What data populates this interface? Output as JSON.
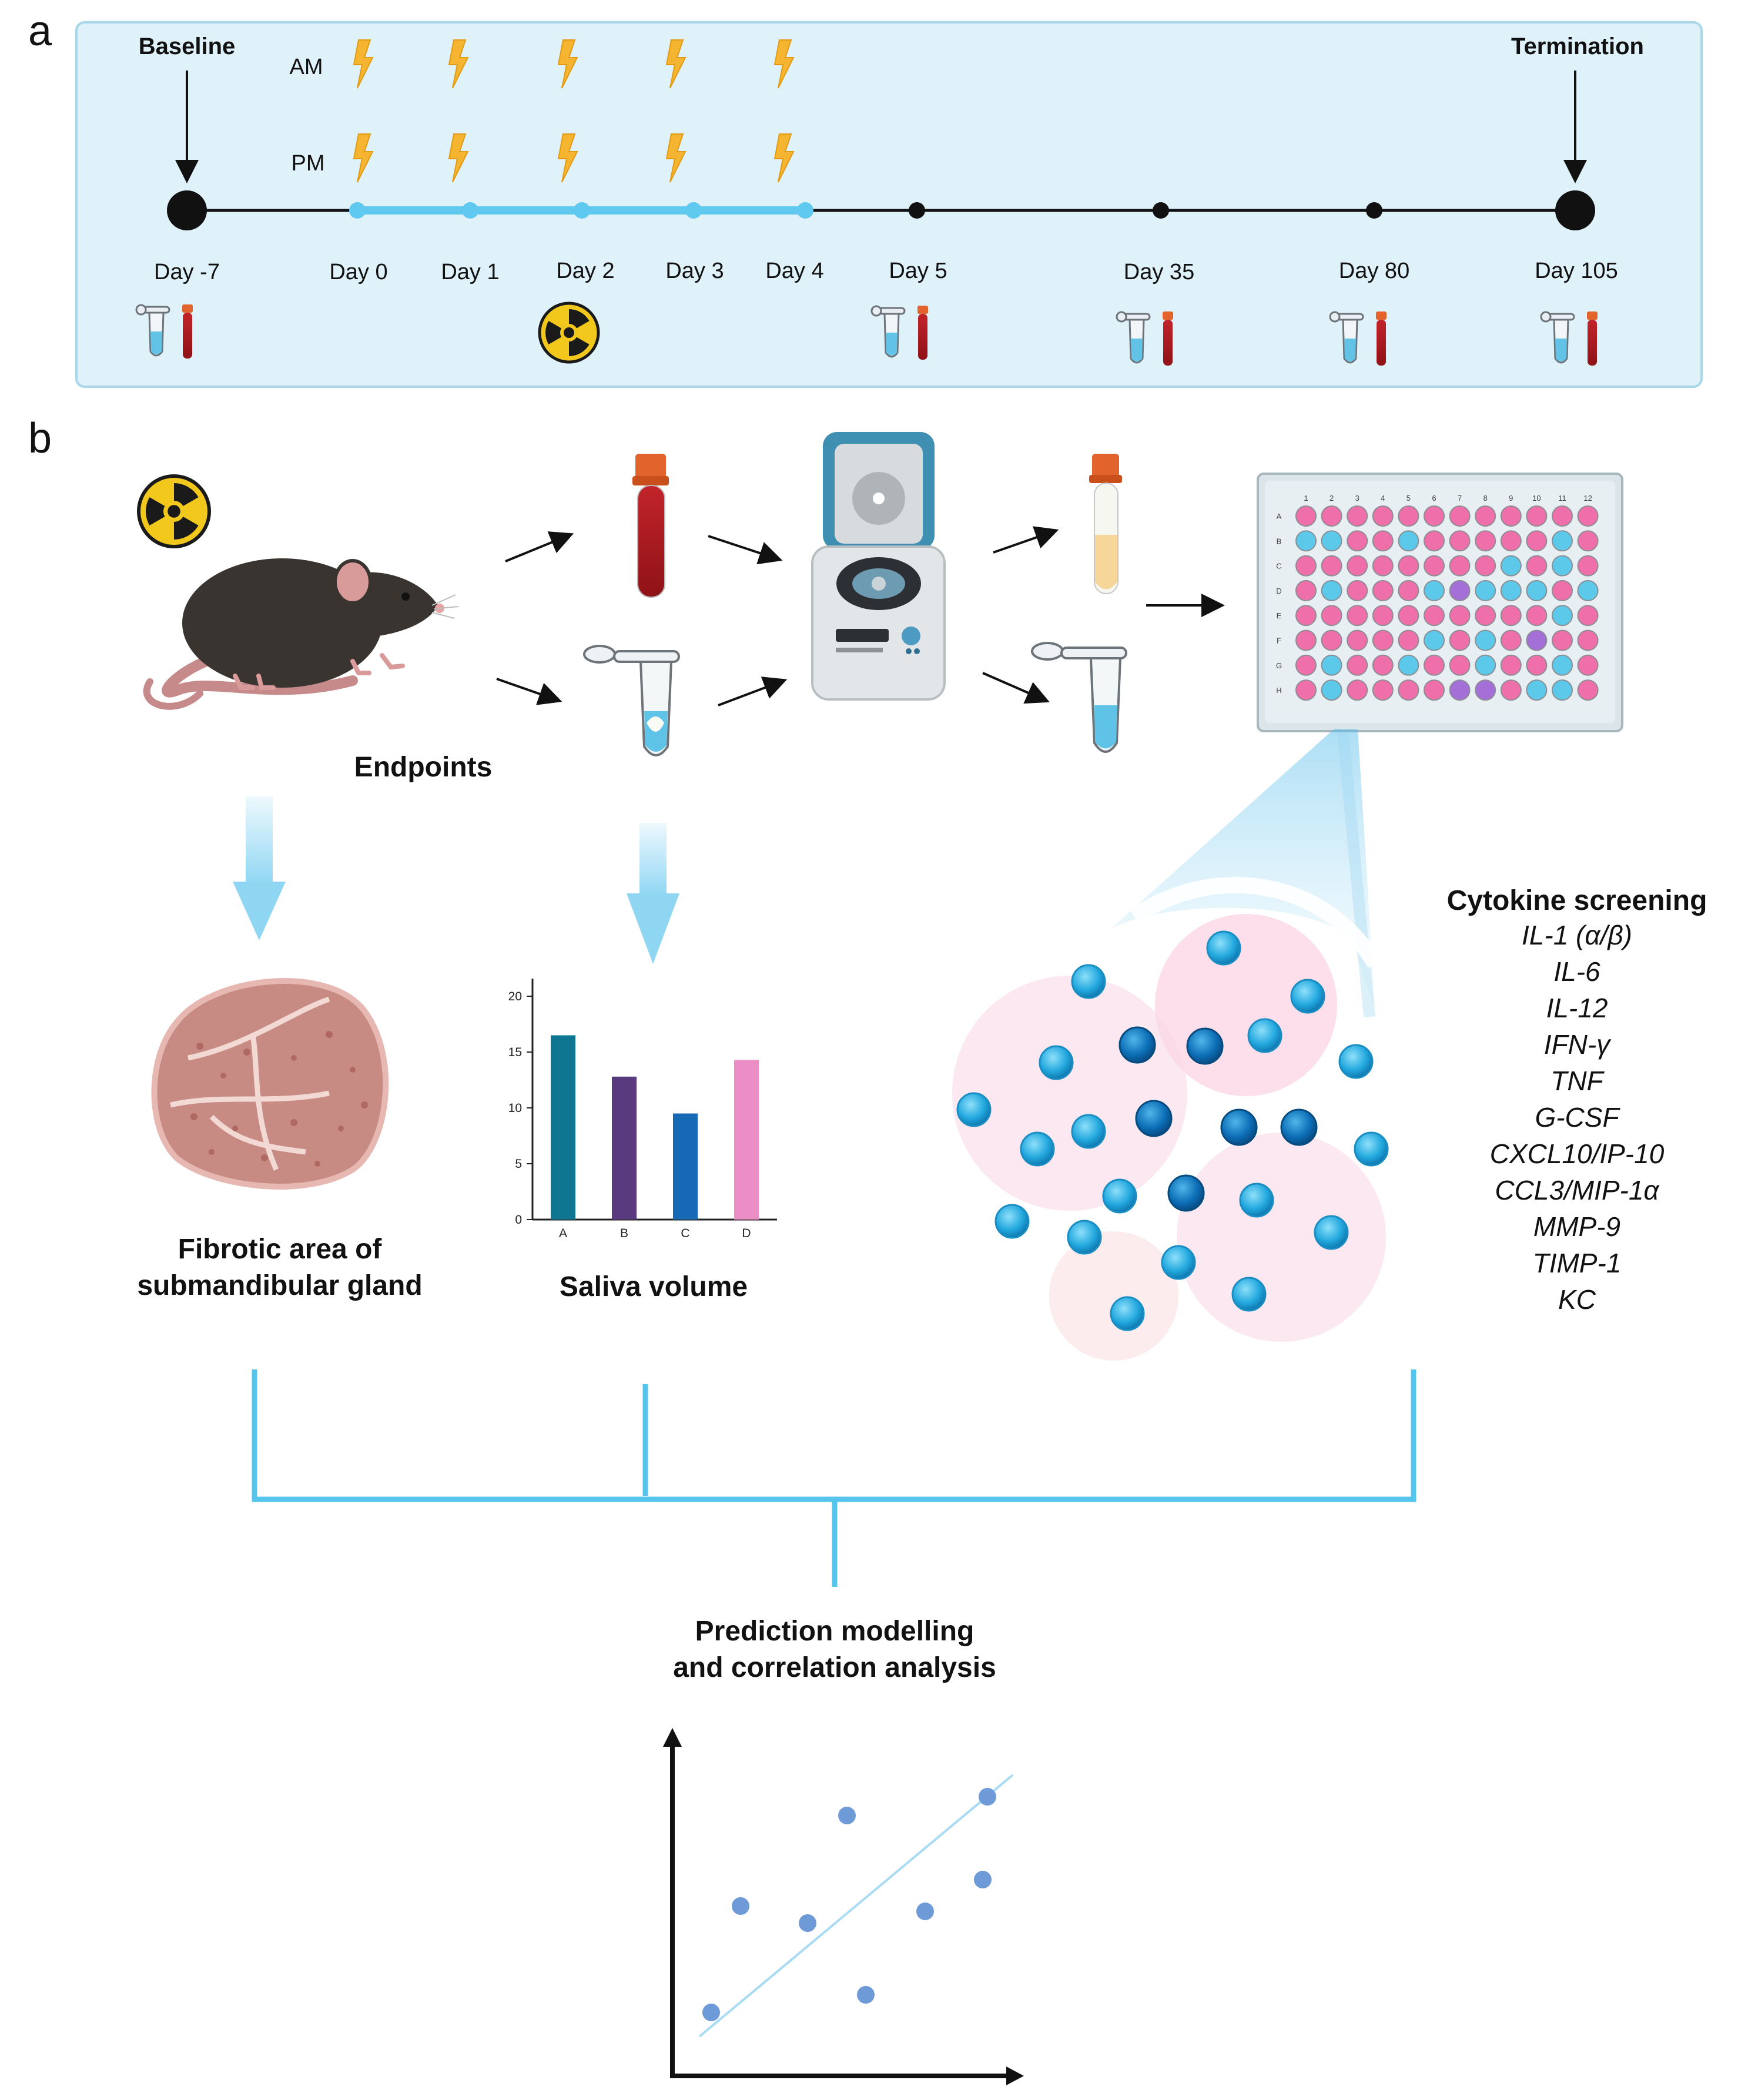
{
  "panel_a": {
    "label": "a",
    "baseline_label": "Baseline",
    "termination_label": "Termination",
    "am_label": "AM",
    "pm_label": "PM",
    "days": [
      "Day -7",
      "Day 0",
      "Day 1",
      "Day 2",
      "Day 3",
      "Day 4",
      "Day 5",
      "Day 35",
      "Day 80",
      "Day 105"
    ],
    "irradiation_days": [
      "Day 0",
      "Day 1",
      "Day 2",
      "Day 3",
      "Day 4"
    ],
    "sampling_days": [
      "Day -7",
      "Day 5",
      "Day 35",
      "Day 80",
      "Day 105"
    ],
    "radiation_symbol_day": "Day 2",
    "colors": {
      "panel_bg": "#dff1f9",
      "panel_border": "#9fd3ea",
      "irradiation_line": "#5fc9ef",
      "bolt": "#f5b531",
      "timeline": "#111111"
    }
  },
  "panel_b": {
    "label": "b",
    "endpoints_label": "Endpoints",
    "fibrosis_label": [
      "Fibrotic area of",
      "submandibular gland"
    ],
    "saliva_label": "Saliva volume",
    "cytokine_title": "Cytokine screening",
    "cytokines": [
      "IL-1 (α/β)",
      "IL-6",
      "IL-12",
      "IFN-γ",
      "TNF",
      "G-CSF",
      "CXCL10/IP-10",
      "CCL3/MIP-1α",
      "MMP-9",
      "TIMP-1",
      "KC"
    ],
    "prediction_label": [
      "Prediction modelling",
      "and correlation analysis"
    ],
    "plate": {
      "column_labels": [
        "1",
        "2",
        "3",
        "4",
        "5",
        "6",
        "7",
        "8",
        "9",
        "10",
        "11",
        "12"
      ],
      "row_labels": [
        "A",
        "B",
        "C",
        "D",
        "E",
        "F",
        "G",
        "H"
      ]
    },
    "colors": {
      "arrow_blue": "#8fd6f3",
      "bracket": "#55c5ee",
      "well_pink": "#ee6fa9",
      "well_blue": "#5cc8ea",
      "well_purple": "#a46fd6",
      "bead": "#38b6e3",
      "scatter_point": "#6f9ad8"
    }
  },
  "chart_data": {
    "type": "bar",
    "categories": [
      "A",
      "B",
      "C",
      "D"
    ],
    "values": [
      16.5,
      12.8,
      9.5,
      14.3
    ],
    "ylim": [
      0,
      20
    ],
    "yticks": [
      0,
      5,
      10,
      15,
      20
    ],
    "colors": [
      "#0e7690",
      "#5a3a7e",
      "#1669b4",
      "#ec8ec6"
    ],
    "grid": false
  }
}
